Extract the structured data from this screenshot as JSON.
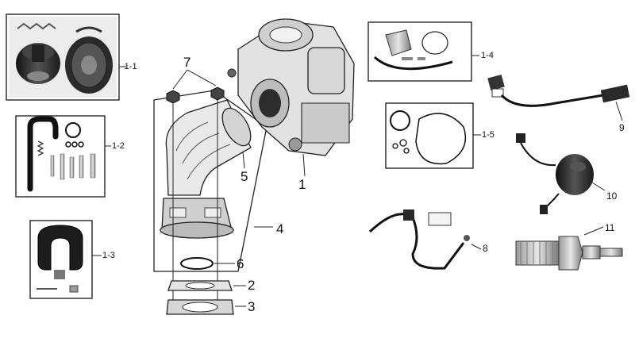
{
  "colors": {
    "line": "#222222",
    "part_dark": "#2a2a2a",
    "part_mid": "#8a8a8a",
    "part_light": "#d9d9d9",
    "background": "#ffffff"
  },
  "callouts": {
    "c1_1": "-1-1",
    "c1_2": "1-2",
    "c1_3": "1-3",
    "c1_4": "1-4",
    "c1_5": "1-5",
    "n1": "1",
    "n2": "2",
    "n3": "3",
    "n4": "4",
    "n5": "5",
    "n6": "6",
    "n7": "7",
    "n8": "8",
    "n9": "9",
    "n10": "10",
    "n11": "11"
  }
}
